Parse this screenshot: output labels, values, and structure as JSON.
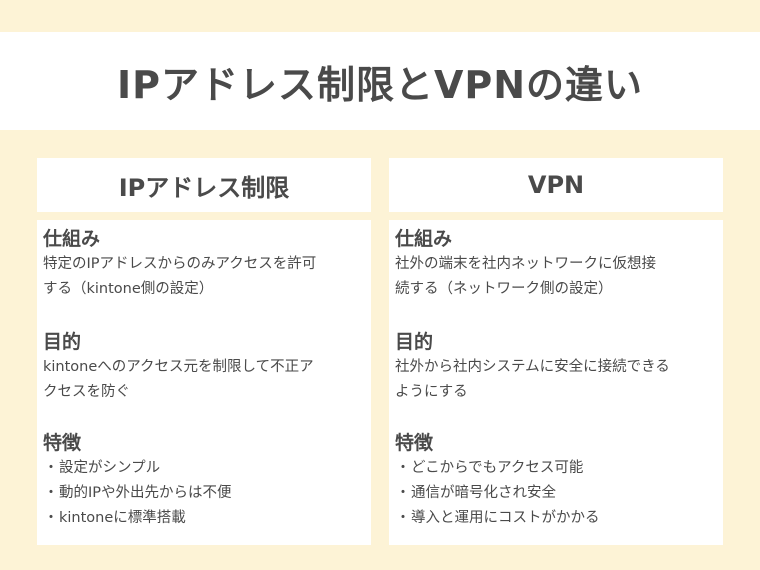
{
  "title": "IPアドレス制限とVPNの違い",
  "columns": [
    {
      "header": "IPアドレス制限",
      "mechanism_label": "仕組み",
      "mechanism_text": "特定のIPアドレスからのみアクセスを許可\nする（kintone側の設定）",
      "purpose_label": "目的",
      "purpose_text": "kintoneへのアクセス元を制限して不正ア\nクセスを防ぐ",
      "features_label": "特徴",
      "features": [
        "設定がシンプル",
        "動的IPや外出先からは不便",
        "kintoneに標準搭載"
      ]
    },
    {
      "header": "VPN",
      "mechanism_label": "仕組み",
      "mechanism_text": "社外の端末を社内ネットワークに仮想接\n続する（ネットワーク側の設定）",
      "purpose_label": "目的",
      "purpose_text": "社外から社内システムに安全に接続できる\nようにする",
      "features_label": "特徴",
      "features": [
        "どこからでもアクセス可能",
        "通信が暗号化され安全",
        "導入と運用にコストがかかる"
      ]
    }
  ],
  "bullet_char": "・"
}
